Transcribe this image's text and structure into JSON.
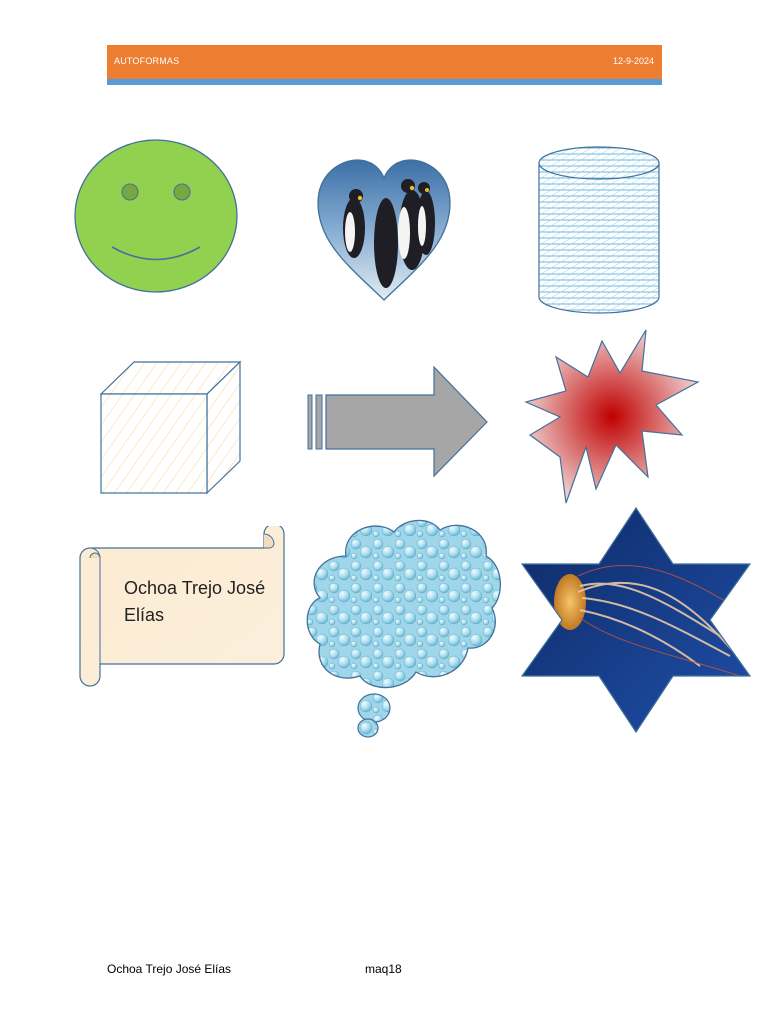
{
  "header": {
    "title": "AUTOFORMAS",
    "date": "12-9-2024",
    "bar_color": "#ED7D31",
    "accent_color": "#5B9BD5"
  },
  "shapes": [
    {
      "name": "smiley-face",
      "fill": "#92D050"
    },
    {
      "name": "heart-penguins-picture"
    },
    {
      "name": "cylinder-pattern"
    },
    {
      "name": "cube-hatched"
    },
    {
      "name": "striped-right-arrow",
      "fill": "#A6A6A6"
    },
    {
      "name": "explosion-burst",
      "fill": "#C00000"
    },
    {
      "name": "scroll-banner",
      "text": "Ochoa Trejo José Elías"
    },
    {
      "name": "thought-cloud-bubbles"
    },
    {
      "name": "star-jellyfish-picture"
    }
  ],
  "scroll_text": "Ochoa Trejo José Elías",
  "footer": {
    "author": "Ochoa Trejo José Elías",
    "code": "maq18"
  }
}
